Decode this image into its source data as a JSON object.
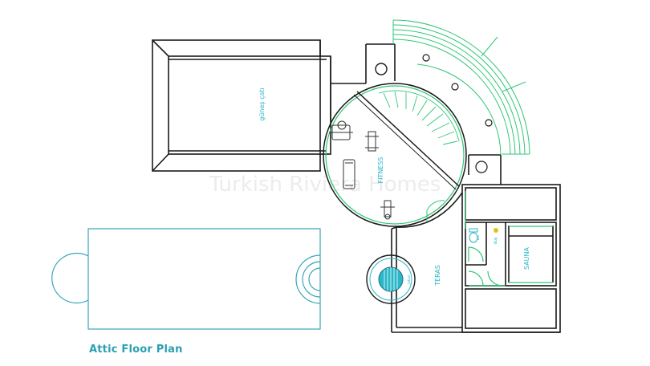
{
  "caption": "Attic Floor Plan",
  "watermark": "Turkish Riviera Homes",
  "labels": {
    "roof": "güneş çatı",
    "fitness": "FITNESS",
    "teras": "TERAS",
    "sauna": "SAUNA",
    "jacuzzi": "jakuzi",
    "wc": "wc",
    "dus": "duş"
  },
  "colors": {
    "wall": "#1a1a1a",
    "green": "#2fc777",
    "cyan": "#2ab7c8",
    "teal": "#3aa6b8",
    "caption": "#2a9fb0",
    "watermark": "#eeeeee",
    "yellow": "#e2c21a"
  }
}
